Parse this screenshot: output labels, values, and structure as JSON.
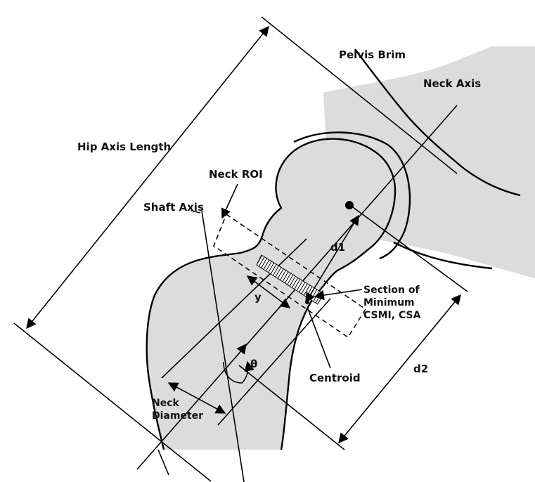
{
  "labels": {
    "pelvis_brim": "Pelvis Brim",
    "neck_axis": "Neck Axis",
    "hip_axis_length": "Hip Axis Length",
    "neck_roi": "Neck ROI",
    "shaft_axis": "Shaft Axis",
    "d1": "d1",
    "y": "y",
    "section_line1": "Section of",
    "section_line2": "Minimum",
    "section_line3": "CSMI, CSA",
    "theta": "θ",
    "centroid": "Centroid",
    "d2": "d2",
    "neck_diameter_line1": "Neck",
    "neck_diameter_line2": "Diameter"
  },
  "colors": {
    "bone_fill": "#dcdcdc",
    "line": "#000000",
    "background": "#ffffff"
  }
}
